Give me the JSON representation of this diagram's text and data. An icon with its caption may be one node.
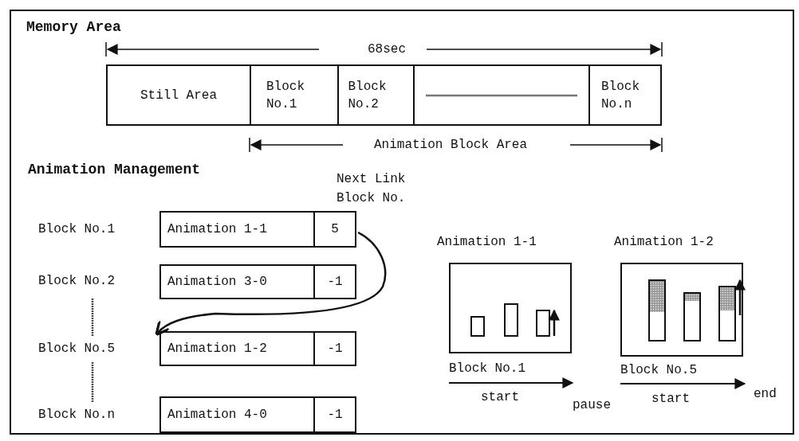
{
  "diagram": {
    "nodes": [
      {
        "text": [
          "Still Area"
        ]
      },
      {
        "text": [
          "Block No.1"
        ]
      },
      {
        "text": [
          "Block No.2"
        ]
      },
      {
        "text": [],
        "shape": "box"
      },
      {
        "text": [
          "Block No.n"
        ]
      },
      {
        "text": [
          "Animation 1-1"
        ],
        "beside": [
          "Block No.1"
        ]
      },
      {
        "text": [
          "5"
        ]
      },
      {
        "text": [
          "Animation 3-0"
        ],
        "beside": [
          "Block No.2"
        ]
      },
      {
        "text": [
          "-1"
        ]
      },
      {
        "text": [
          "Animation 1-2"
        ],
        "beside": [
          "Block No.5"
        ]
      },
      {
        "text": [
          "-1"
        ]
      },
      {
        "text": [
          "Animation 4-0"
        ],
        "beside": [
          "Block No.n"
        ]
      },
      {
        "text": [
          "-1"
        ]
      },
      {
        "text": [
          "Animation 1-1"
        ],
        "beside": [
          "Block No.1"
        ]
      },
      {
        "text": [
          "Animation 1-2"
        ],
        "beside": [
          "Block No.5"
        ]
      }
    ],
    "edges": [
      {
        "from": 6,
        "to": 9,
        "arrow": "to"
      }
    ],
    "labels": [
      "Memory Area",
      "68sec",
      "Animation Block Area",
      "Animation Management",
      "Next Link Block No.",
      "start",
      "pause",
      "start",
      "end"
    ]
  }
}
